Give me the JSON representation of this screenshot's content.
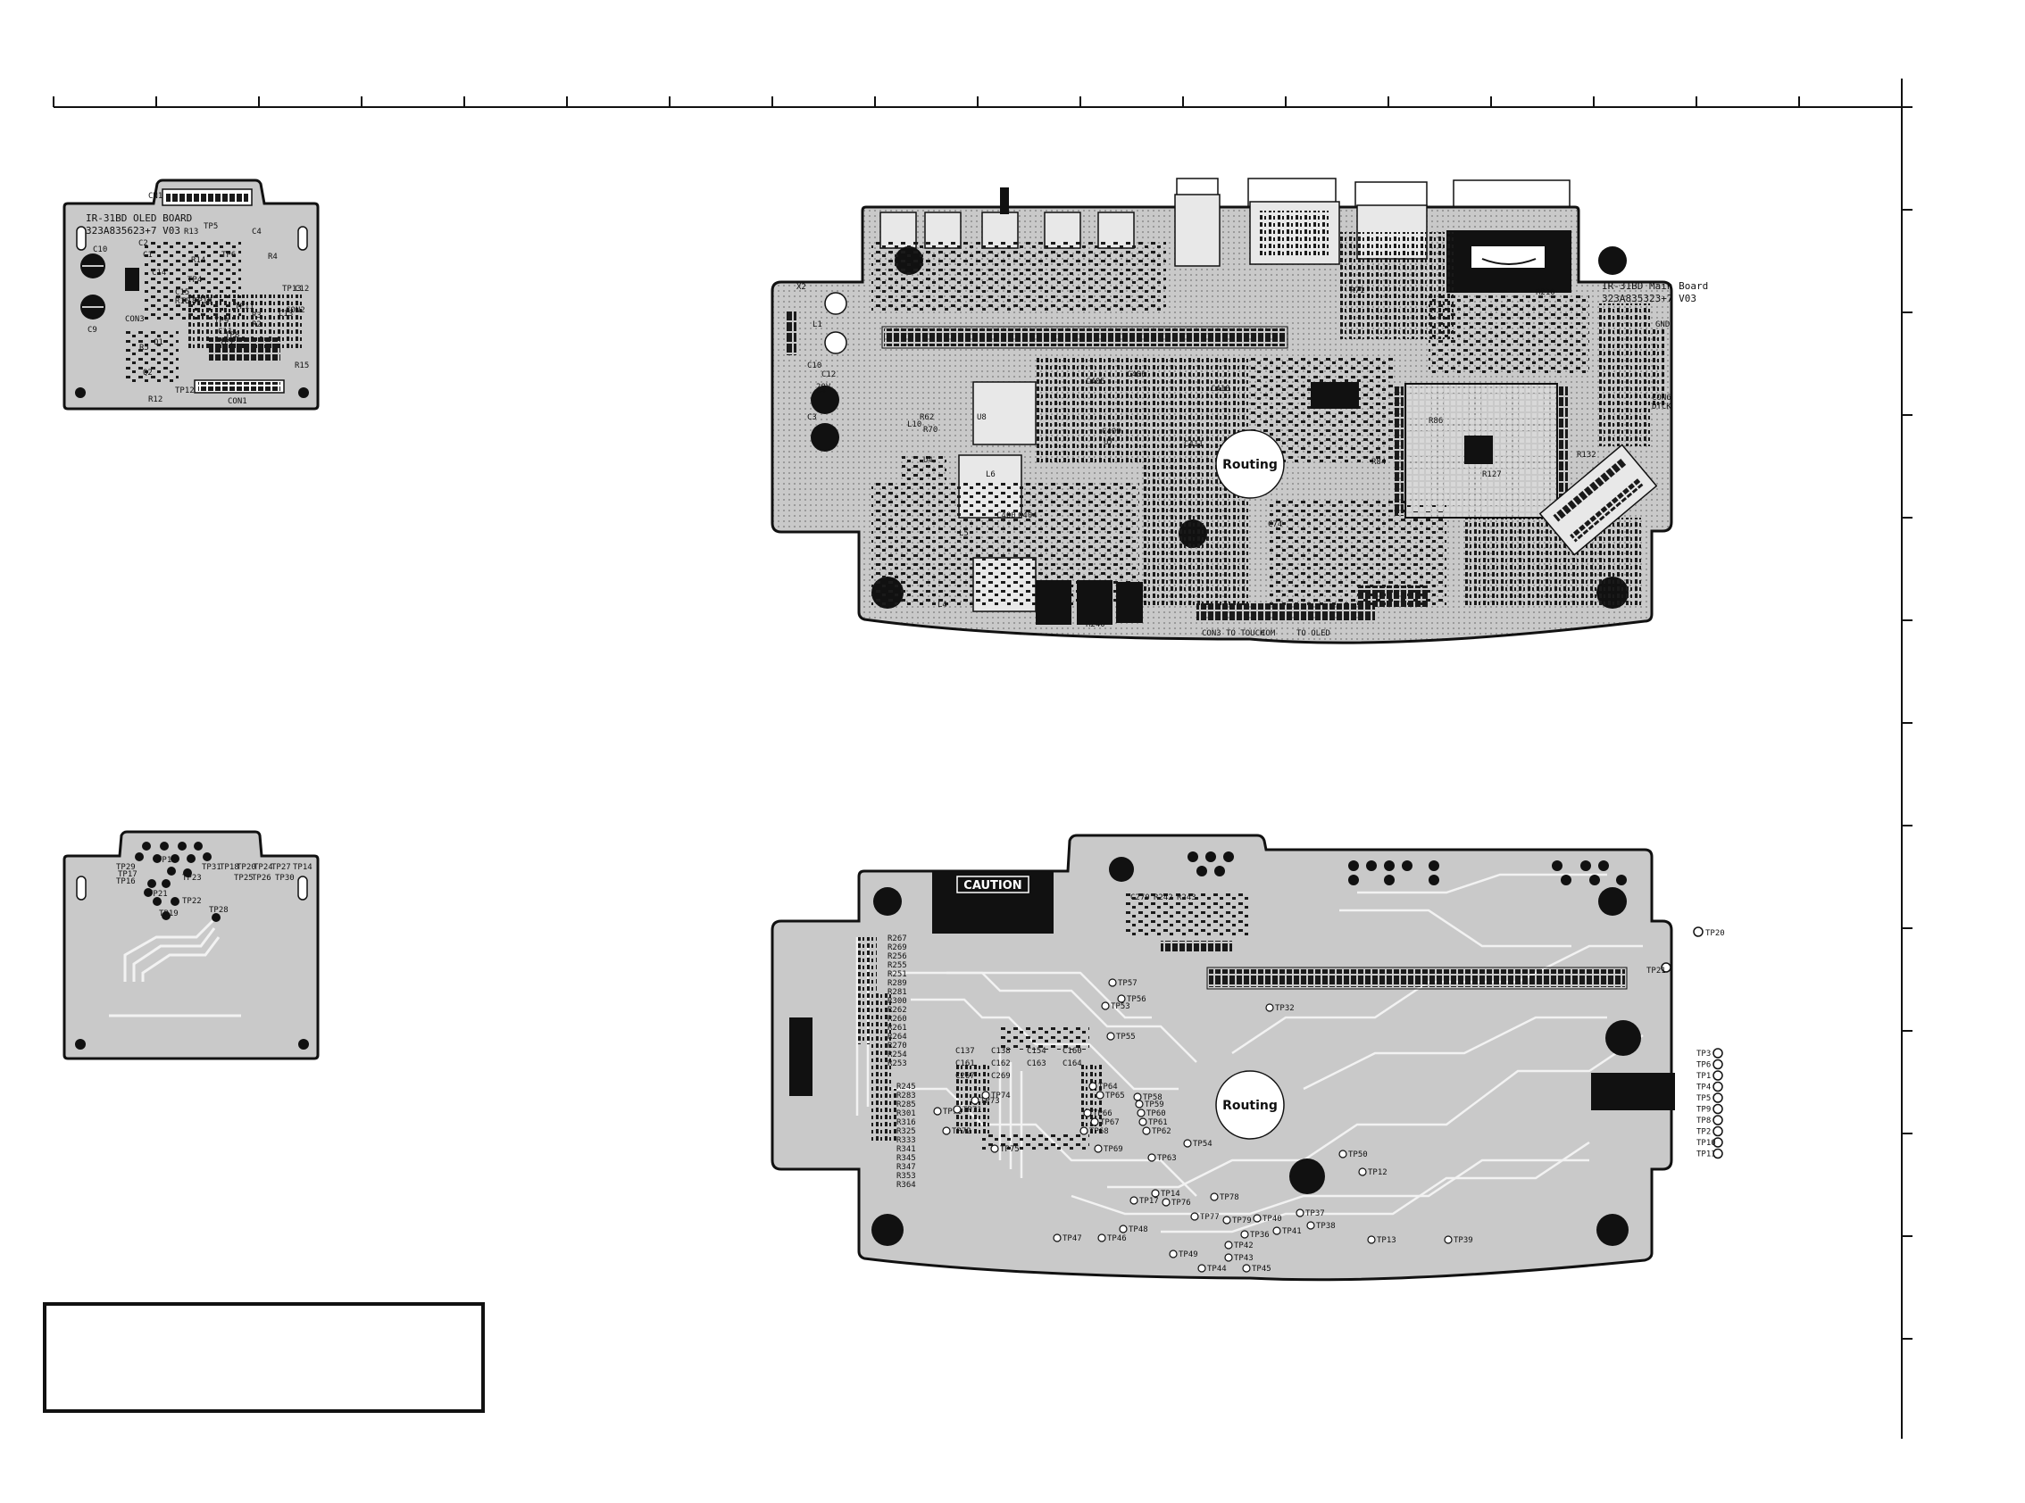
{
  "oled_front": {
    "title": "IR-31BD OLED BOARD",
    "part_no": "323A835623+7 V03",
    "connectors": [
      "CN1",
      "CON1",
      "CON2",
      "CON3"
    ],
    "components": [
      "C2",
      "C1",
      "C4",
      "C10",
      "C9",
      "C14",
      "C15",
      "C11",
      "C12",
      "C13",
      "R13",
      "R3",
      "R2",
      "R4",
      "R5",
      "R12",
      "R14",
      "R15",
      "R16",
      "R18",
      "Q1",
      "Q2",
      "TP5",
      "TP4",
      "TP6",
      "TP7",
      "TP8",
      "TP9",
      "TP10",
      "TP11",
      "TP12",
      "TP13"
    ]
  },
  "oled_back": {
    "test_points": [
      "TP29",
      "TP15",
      "TP17",
      "TP16",
      "TP31",
      "TP18",
      "TP20",
      "TP24",
      "TP27",
      "TP14",
      "TP23",
      "TP21",
      "TP25",
      "TP26",
      "TP30",
      "TP22",
      "TP19",
      "TP28"
    ]
  },
  "main_front": {
    "title": "IR-31BD Main Board",
    "part_no": "323A835323+7 V03",
    "routing_label": "Routing",
    "edge_labels": [
      "CON3 TO TOUCH",
      "COM",
      "TO OLED"
    ],
    "side_labels": [
      "GND",
      "CON6",
      "DTCK",
      "20V",
      "X2"
    ],
    "components": [
      "C10",
      "C12",
      "C3",
      "C4",
      "L1",
      "L10",
      "U4",
      "U7",
      "C400",
      "C404",
      "C405",
      "C406",
      "C409",
      "C410",
      "C411",
      "C74",
      "R62",
      "R70",
      "R71",
      "R84",
      "R86",
      "R127",
      "R132",
      "R210",
      "R240",
      "L4",
      "L5",
      "L6",
      "U8"
    ]
  },
  "main_back": {
    "caution_label": "CAUTION",
    "routing_label": "Routing",
    "test_points": [
      "TP20",
      "TP21",
      "TP3",
      "TP6",
      "TP1",
      "TP4",
      "TP5",
      "TP9",
      "TP8",
      "TP2",
      "TP10",
      "TP11",
      "TP32",
      "TP53",
      "TP63",
      "TP54",
      "TP55",
      "TP57",
      "TP56",
      "TP58",
      "TP59",
      "TP60",
      "TP61",
      "TP62",
      "TP64",
      "TP65",
      "TP66",
      "TP67",
      "TP68",
      "TP69",
      "TP70",
      "TP71",
      "TP72",
      "TP73",
      "TP74",
      "TP75",
      "TP76",
      "TP77",
      "TP78",
      "TP79",
      "TP40",
      "TP41",
      "TP42",
      "TP43",
      "TP44",
      "TP45",
      "TP46",
      "TP47",
      "TP48",
      "TP49",
      "TP50",
      "TP12",
      "TP13",
      "TP14",
      "TP17",
      "TP36",
      "TP37",
      "TP38",
      "TP39"
    ],
    "components": [
      "R267",
      "R269",
      "R256",
      "R255",
      "R251",
      "R289",
      "R281",
      "R300",
      "R262",
      "R260",
      "R261",
      "R264",
      "R270",
      "R254",
      "R253",
      "R245",
      "R283",
      "R285",
      "R301",
      "R316",
      "R325",
      "R333",
      "R341",
      "R345",
      "R347",
      "R353",
      "R364",
      "C137",
      "C138",
      "C154",
      "C160",
      "C161",
      "C162",
      "C163",
      "C164",
      "C267",
      "C269",
      "C270",
      "R242",
      "R243"
    ]
  },
  "colors": {
    "board_fill": "#c9c9c9",
    "board_outline": "#111111",
    "trace_light": "#f2f2f2",
    "pad_dark": "#1a1a1a",
    "routing_fill": "#ffffff"
  },
  "note_box": {}
}
